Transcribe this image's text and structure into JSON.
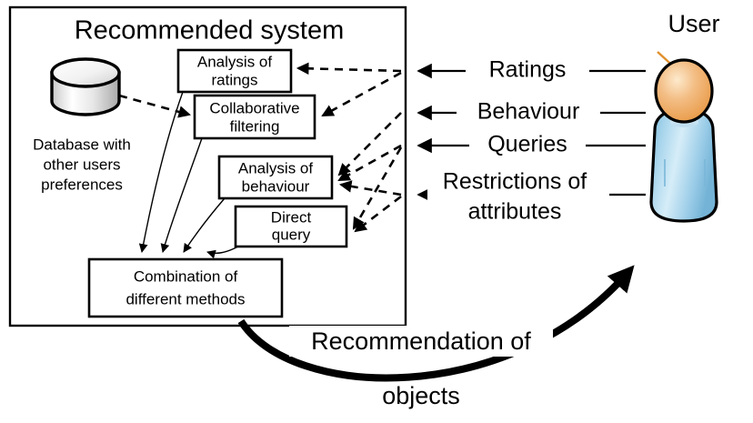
{
  "diagram": {
    "title": "Recommended system",
    "system_box": {
      "label": "Recommended system"
    },
    "datastore": {
      "name": "database-cylinder",
      "caption_line1": "Database with",
      "caption_line2": "other users",
      "caption_line3": "preferences",
      "caption": "Database with other users preferences"
    },
    "nodes": [
      {
        "id": "analysis-of-ratings",
        "line1": "Analysis of",
        "line2": "ratings"
      },
      {
        "id": "collaborative-filtering",
        "line1": "Collaborative",
        "line2": "filtering"
      },
      {
        "id": "analysis-of-behaviour",
        "line1": "Analysis of",
        "line2": "behaviour"
      },
      {
        "id": "direct-query",
        "line1": "Direct",
        "line2": "query"
      },
      {
        "id": "combination-of-methods",
        "line1": "Combination of",
        "line2": "different methods"
      }
    ],
    "input_flows": [
      {
        "id": "ratings",
        "label": "Ratings"
      },
      {
        "id": "behaviour",
        "label": "Behaviour"
      },
      {
        "id": "queries",
        "label": "Queries"
      },
      {
        "id": "restrictions",
        "label": "Restrictions of",
        "label2": "attributes"
      }
    ],
    "actor": {
      "id": "user",
      "label": "User"
    },
    "output_flow": {
      "id": "recommendation-of-objects",
      "label_line1": "Recommendation of",
      "label_line2": "objects"
    },
    "colors": {
      "stroke": "#000000",
      "background": "#ffffff",
      "head_fill": "#f0a860",
      "head_highlight": "#fbe0bd",
      "body_fill": "#8fc4e0",
      "body_highlight": "#d8ecf7",
      "cylinder_light": "#ffffff",
      "cylinder_dark": "#b4b4b4",
      "hair_stroke": "#e0902c"
    }
  }
}
